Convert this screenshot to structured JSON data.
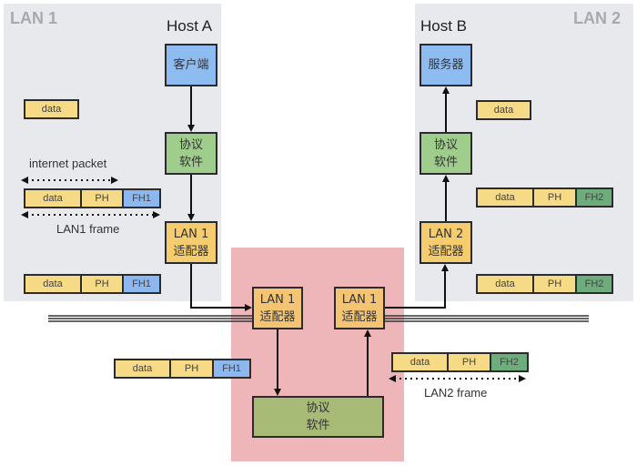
{
  "lan1": {
    "title": "LAN 1",
    "host_title": "Host A",
    "app_box": "客户端",
    "proto_box": "协议\n软件",
    "adapter_box": "LAN 1\n适配器",
    "data_only": "data",
    "internet_packet_label": "internet packet",
    "frame_label": "LAN1 frame",
    "packet_upper": [
      "data",
      "PH",
      "FH1"
    ],
    "packet_lower": [
      "data",
      "PH",
      "FH1"
    ]
  },
  "lan2": {
    "title": "LAN 2",
    "host_title": "Host B",
    "app_box": "服务器",
    "proto_box": "协议\n软件",
    "adapter_box": "LAN 2\n适配器",
    "data_only": "data",
    "packet_upper": [
      "data",
      "PH",
      "FH2"
    ],
    "packet_lower": [
      "data",
      "PH",
      "FH2"
    ]
  },
  "router": {
    "left_adapter": "LAN 1\n适配器",
    "right_adapter": "LAN 1\n适配器",
    "proto_box": "协议\n软件",
    "incoming_packet": [
      "data",
      "PH",
      "FH1"
    ],
    "outgoing_packet": [
      "data",
      "PH",
      "FH2"
    ],
    "outgoing_frame_label": "LAN2 frame"
  },
  "colors": {
    "app": "#8fbcf0",
    "protocol": "#9fce8c",
    "adapter": "#f5cd6e",
    "router_zone": "#eeb6b8",
    "router_protocol": "#a8bb76",
    "fh1": "#8db7ef",
    "fh2": "#6cad7b",
    "data_ph": "#f6da86",
    "panel": "#e8e9ec"
  }
}
